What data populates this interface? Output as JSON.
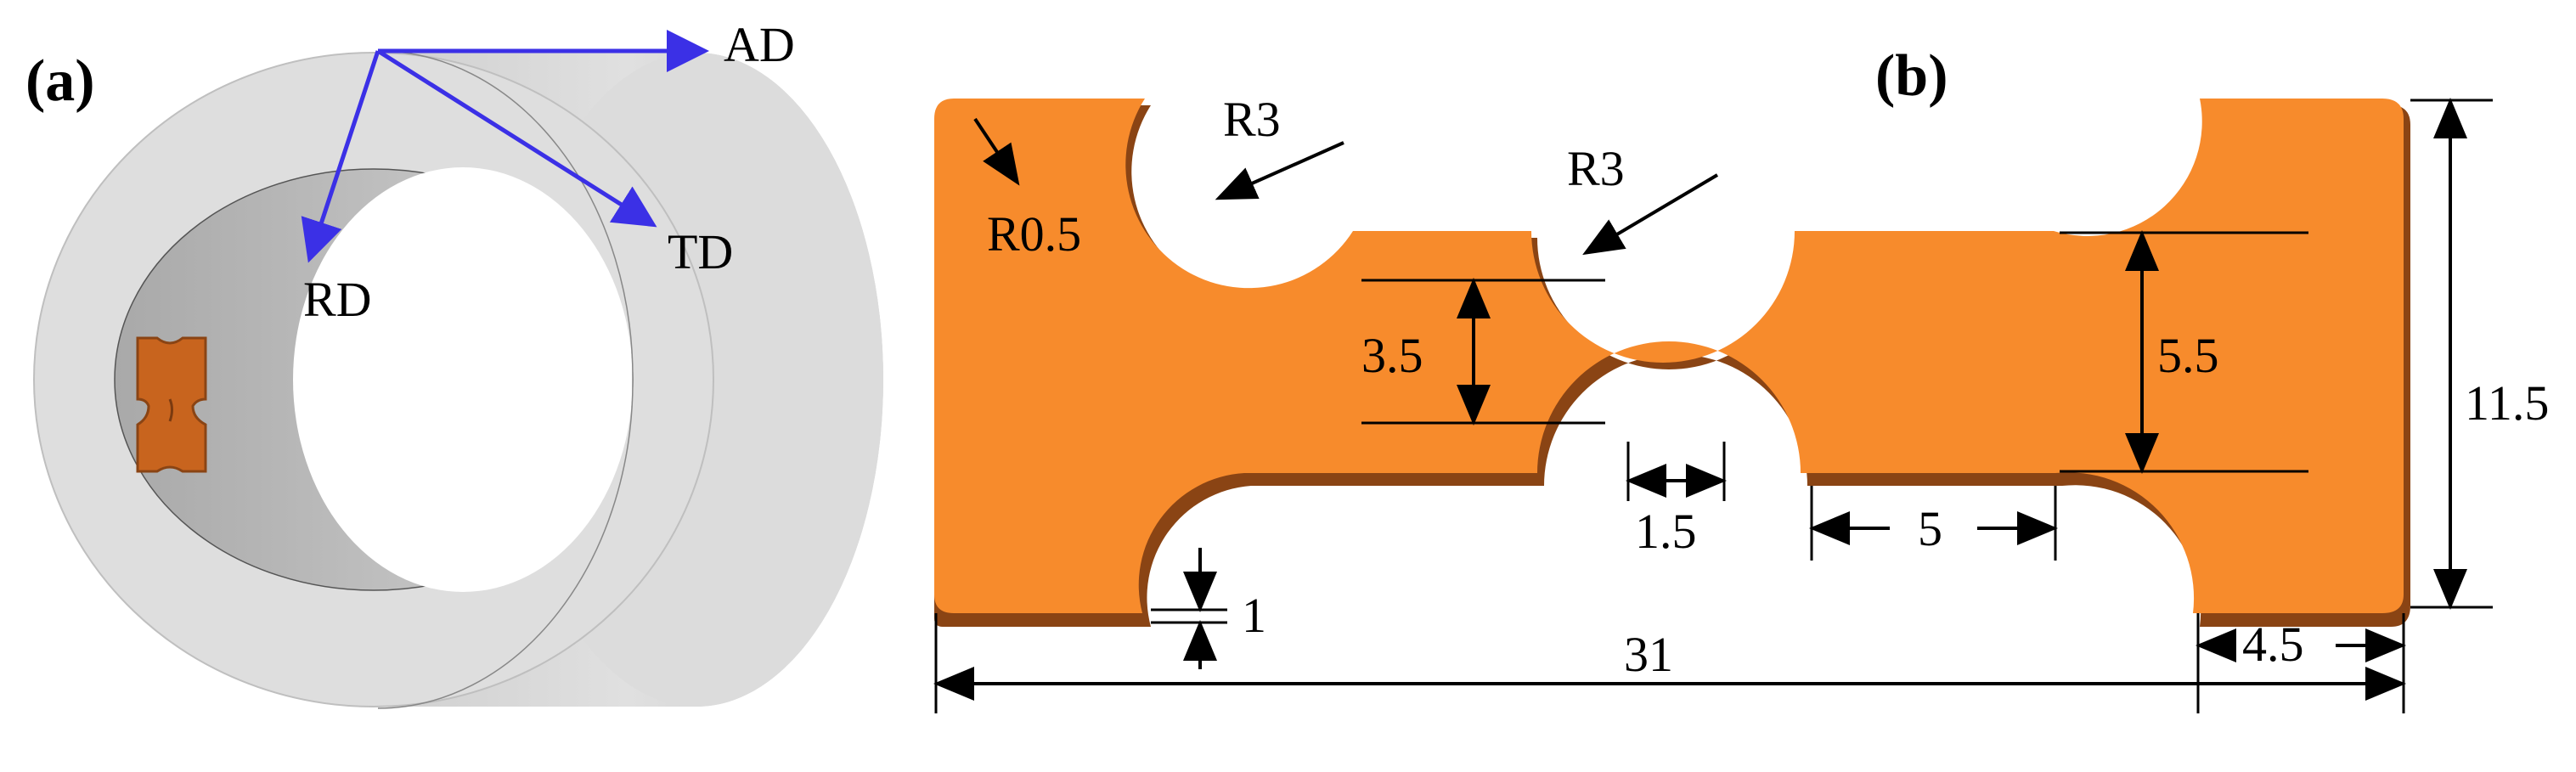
{
  "panel_a": {
    "label": "(a)",
    "axes": {
      "ad": "AD",
      "td": "TD",
      "rd": "RD"
    },
    "colors": {
      "axis_arrow": "#3b30e6",
      "tube": "#d4d4d4",
      "specimen": "#c8641e"
    }
  },
  "panel_b": {
    "label": "(b)",
    "colors": {
      "specimen_face": "#f78b2c",
      "specimen_edge": "#8a4414"
    },
    "dimensions": {
      "fillet_corner": "R0.5",
      "notch_radius_top": "R3",
      "notch_radius_center": "R3",
      "gauge_width": "3.5",
      "shoulder_width": "5.5",
      "total_height": "11.5",
      "notch_bottom_width": "1.5",
      "parallel_length": "5",
      "thickness": "1",
      "total_length": "31",
      "grip_length": "4.5"
    }
  }
}
